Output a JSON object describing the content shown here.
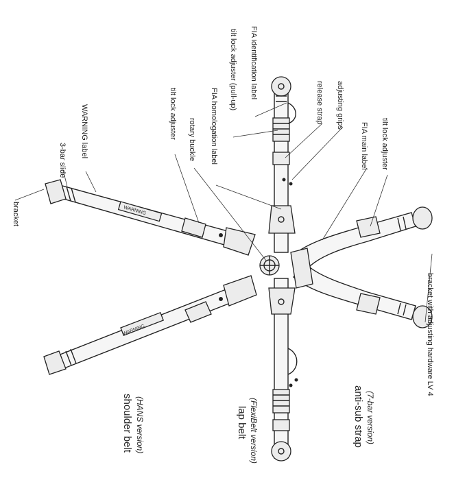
{
  "labels": {
    "bracket": "bracket",
    "three_bar_slide": "3-bar slide",
    "warning_label": "WARNING label",
    "tilt_lock_adjuster_shoulder": "tilt lock adjuster",
    "rotary_buckle": "rotary buckle",
    "fia_homologation_label": "FIA homologation label",
    "tilt_lock_adjuster_pull_up": "tilt lock adjuster (pull-up)",
    "fia_identification_label": "FIA identification label",
    "release_strap": "release strap",
    "adjusting_grips": "adjusting grips",
    "fia_main_label": "FIA main label",
    "tilt_lock_adjuster_antisub": "tilt lock adjuster",
    "bracket_with_hardware": "bracket with adjusting hardware LV 4"
  },
  "belt_text": {
    "warning_tag_upper": "WARNING",
    "warning_tag_lower": "WARNING"
  },
  "captions": {
    "shoulder_title": "shoulder belt",
    "shoulder_sub": "(HANS version)",
    "lap_title": "lap belt",
    "lap_sub": "(FlexiBelt version)",
    "antisub_title": "anti-sub strap",
    "antisub_sub": "(7-bar version)"
  }
}
